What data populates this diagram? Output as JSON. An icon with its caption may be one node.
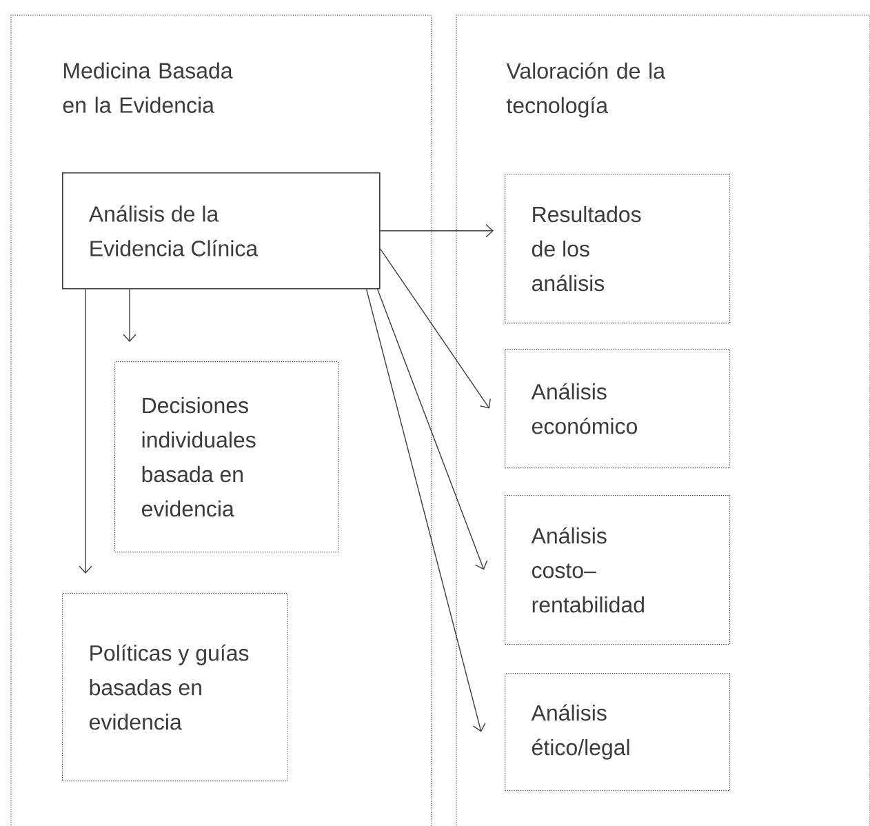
{
  "diagram": {
    "nodes": [
      {
        "text": [
          "Medicina Basada en la Evidencia"
        ]
      },
      {
        "text": [
          "Análisis de la Evidencia Clínica"
        ],
        "in": 0
      },
      {
        "text": [
          "Decisiones individuales basada en evidencia"
        ],
        "in": 0
      },
      {
        "text": [
          "Políticas y guías basadas en evidencia"
        ],
        "in": 0
      },
      {
        "text": [
          "Valoración de la tecnología"
        ]
      },
      {
        "text": [
          "Resultados de los análisis"
        ],
        "in": 4
      },
      {
        "text": [
          "Análisis económico"
        ],
        "in": 4
      },
      {
        "text": [
          "Análisis costo– rentabilidad"
        ],
        "in": 4
      },
      {
        "text": [
          "Análisis ético/legal"
        ],
        "in": 4
      }
    ],
    "edges": [
      {
        "from": 1,
        "to": 5,
        "arrow": "to"
      },
      {
        "from": 1,
        "to": 6,
        "arrow": "to"
      },
      {
        "from": 1,
        "to": 7,
        "arrow": "to"
      },
      {
        "from": 1,
        "to": 8,
        "arrow": "to"
      },
      {
        "from": 1,
        "to": 2,
        "arrow": "to"
      },
      {
        "from": 1,
        "to": 3,
        "arrow": "to"
      }
    ]
  }
}
